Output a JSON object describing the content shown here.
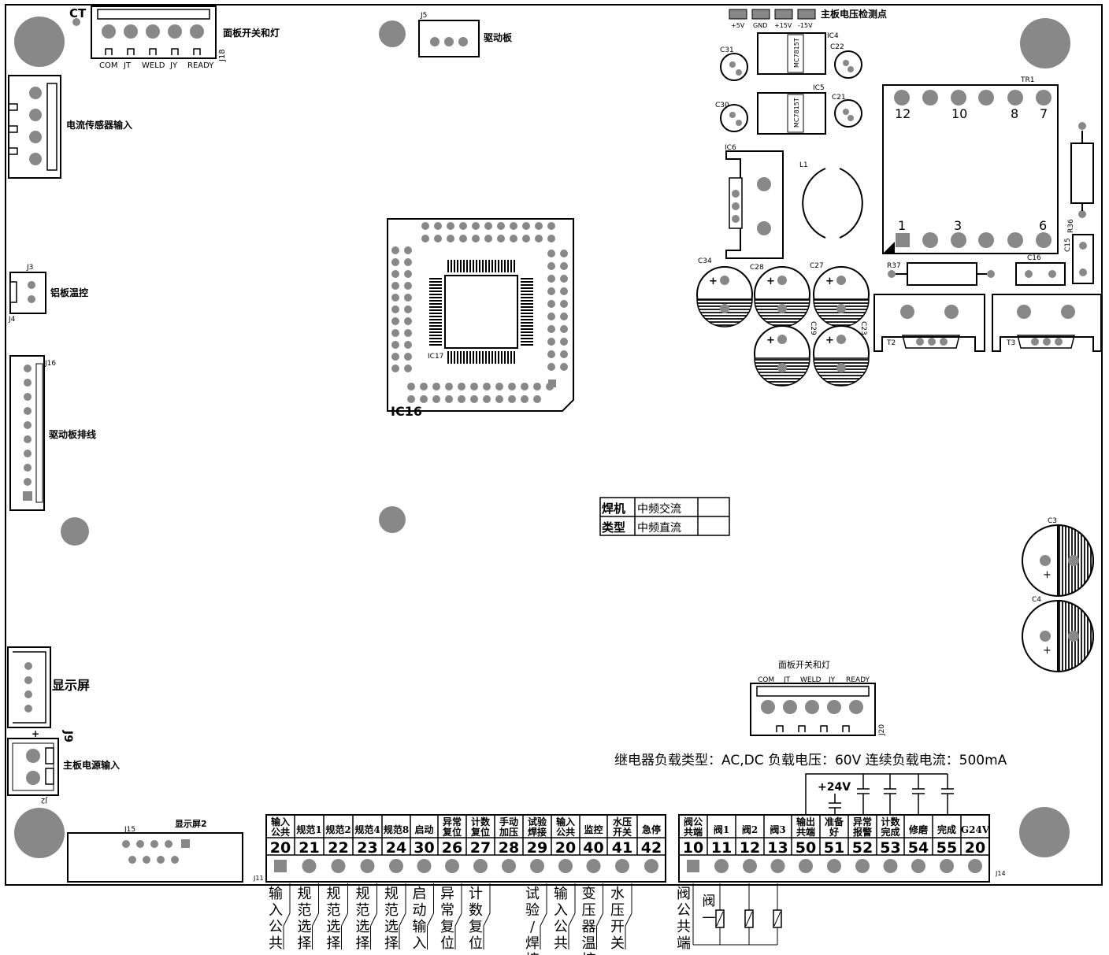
{
  "connectors": {
    "ct": "CT",
    "j18": {
      "ref": "J18",
      "label": "面板开关和灯",
      "pins": [
        "COM",
        "JT",
        "WELD",
        "JY",
        "READY"
      ]
    },
    "j5": {
      "ref": "J5",
      "label": "驱动板"
    },
    "current_sensor": {
      "label": "电流传感器输入"
    },
    "j3": {
      "ref": "J3",
      "ref2": "J4",
      "label": "铝板温控"
    },
    "j16": {
      "ref": "J16",
      "label": "驱动板排线"
    },
    "j9": {
      "ref": "J9",
      "label": "显示屏",
      "plus": "+"
    },
    "j2": {
      "ref": "J2",
      "label": "主板电源输入"
    },
    "j15": {
      "ref": "J15",
      "label": "显示屏2"
    },
    "j20": {
      "ref": "J20",
      "label": "面板开关和灯",
      "pins": [
        "COM",
        "JT",
        "WELD",
        "JY",
        "READY"
      ]
    }
  },
  "test_points": {
    "title": "主板电压检测点",
    "labels": [
      "+5V",
      "GND",
      "+15V",
      "-15V"
    ]
  },
  "components": {
    "ic4": "IC4",
    "ic5": "IC5",
    "ic6": "IC6",
    "ic16": "IC16",
    "ic17": "IC17",
    "reg_text": "MC7815T",
    "c31": "C31",
    "c30": "C30",
    "c22": "C22",
    "c21": "C21",
    "c34": "C34",
    "c28": "C28",
    "c27": "C27",
    "c29": "C29",
    "c23": "C23",
    "c3": "C3",
    "c4": "C4",
    "c15": "C15",
    "c16": "C16",
    "l1": "L1",
    "tr1": "TR1",
    "r36": "R36",
    "r37": "R37",
    "t2": "T2",
    "t3": "T3",
    "tr1_top_pins": [
      "12",
      "10",
      "8",
      "7"
    ],
    "tr1_bottom_pins": [
      "1",
      "3",
      "6"
    ],
    "plus": "+"
  },
  "type_table": {
    "row1_head": "焊机",
    "row1_val": "中频交流",
    "row2_head": "类型",
    "row2_val": "中频直流"
  },
  "relay_note": "继电器负载类型：AC,DC 负载电压：60V 连续负载电流：500mA",
  "power_24v": "+24V",
  "j11": {
    "ref": "J11",
    "headers": [
      "输入\n公共",
      "规范1",
      "规范2",
      "规范4",
      "规范8",
      "启动",
      "异常\n复位",
      "计数\n复位",
      "手动\n加压",
      "试验\n焊接",
      "输入\n公共",
      "监控",
      "水压\n开关",
      "急停"
    ],
    "numbers": [
      "20",
      "21",
      "22",
      "23",
      "24",
      "30",
      "26",
      "27",
      "28",
      "29",
      "20",
      "40",
      "41",
      "42"
    ],
    "below": [
      "输入公共",
      "规范选择",
      "规范选择",
      "规范选择",
      "规范选择",
      "启动输入",
      "异常复位",
      "计数复位",
      "",
      "试验/焊接",
      "输入公共",
      "变压器温控",
      "水压开关",
      ""
    ]
  },
  "j14": {
    "ref": "J14",
    "headers": [
      "阀公\n共端",
      "阀1",
      "阀2",
      "阀3",
      "输出\n共端",
      "准备\n好",
      "异常\n报警",
      "计数\n完成",
      "修磨",
      "完成",
      "G24V"
    ],
    "numbers": [
      "10",
      "11",
      "12",
      "13",
      "50",
      "51",
      "52",
      "53",
      "54",
      "55",
      "20"
    ],
    "below_common": "阀公共端",
    "below_valve": "阀一"
  }
}
